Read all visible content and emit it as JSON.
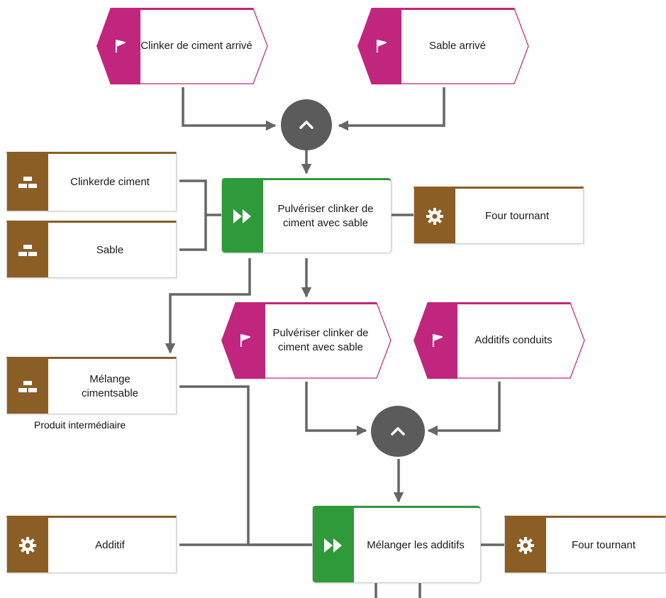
{
  "events": {
    "clinker_arrive": "Clinker de ciment arrivé",
    "sable_arrive": "Sable arrivé",
    "pulveriser_done": "Pulvériser clinker de ciment avec sable",
    "additifs_conduits": "Additifs conduits"
  },
  "materials": {
    "clinker": "Clinkerde ciment",
    "sable": "Sable",
    "melange": "Mélange cimentsable",
    "melange_caption": "Produit intermédiaire"
  },
  "systems": {
    "four_1": "Four tournant",
    "additif": "Additif",
    "four_2": "Four tournant"
  },
  "functions": {
    "pulveriser": "Pulvériser clinker de ciment avec sable",
    "melanger": "Mélanger les additifs"
  },
  "gateways": {
    "and_1": "^",
    "and_2": "^"
  },
  "colors": {
    "event": "#c0267e",
    "function": "#2e9a3a",
    "object": "#8b5e25",
    "gateway": "#5b5b5b",
    "connector": "#666666"
  },
  "icons": {
    "event": "flag-icon",
    "function": "fast-forward-icon",
    "material": "blocks-icon",
    "system": "gear-icon",
    "gateway": "chevron-up-icon"
  }
}
